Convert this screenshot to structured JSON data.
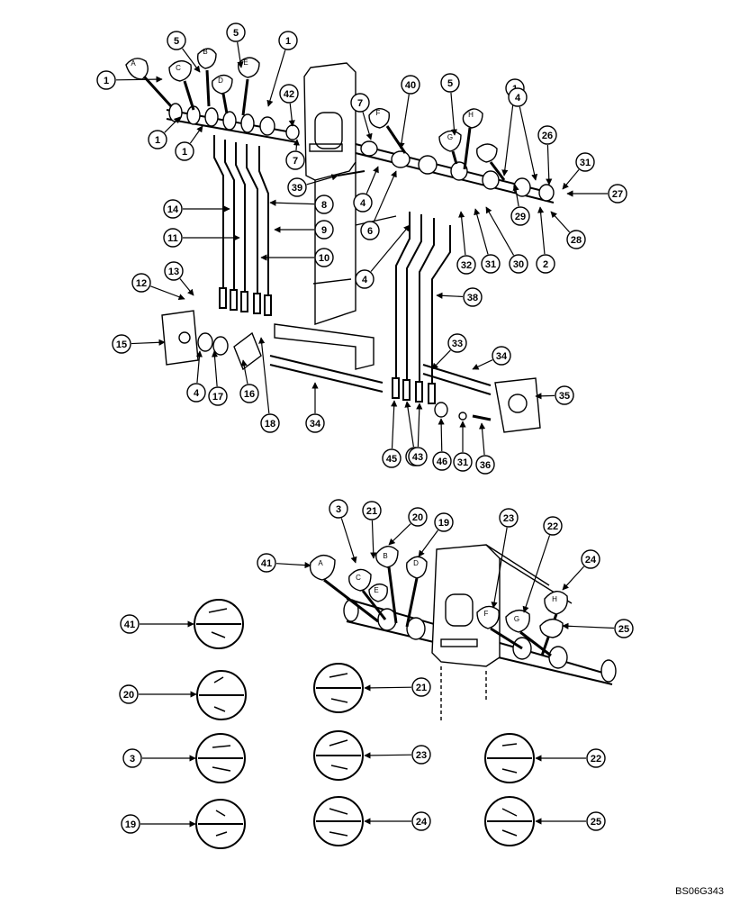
{
  "drawing_code": "BS06G343",
  "callouts": {
    "upper": [
      "1",
      "5",
      "5",
      "1",
      "1",
      "42",
      "7",
      "7",
      "40",
      "5",
      "1",
      "4",
      "1",
      "26",
      "31",
      "27",
      "39",
      "4",
      "6",
      "28",
      "29",
      "8",
      "14",
      "9",
      "11",
      "10",
      "32",
      "31",
      "30",
      "2",
      "4",
      "38",
      "12",
      "13",
      "15",
      "4",
      "17",
      "16",
      "18",
      "34",
      "33",
      "34",
      "35",
      "45",
      "44",
      "43",
      "46",
      "31",
      "36"
    ],
    "middle": [
      "3",
      "21",
      "20",
      "19",
      "23",
      "22",
      "24",
      "41",
      "25"
    ],
    "lower": [
      "41",
      "20",
      "21",
      "3",
      "23",
      "22",
      "19",
      "24",
      "25"
    ]
  },
  "knob_letters": {
    "upper": [
      "A",
      "C",
      "B",
      "D",
      "E",
      "F",
      "G",
      "H"
    ],
    "middle": [
      "A",
      "C",
      "B",
      "E",
      "D",
      "F",
      "G",
      "H"
    ]
  }
}
